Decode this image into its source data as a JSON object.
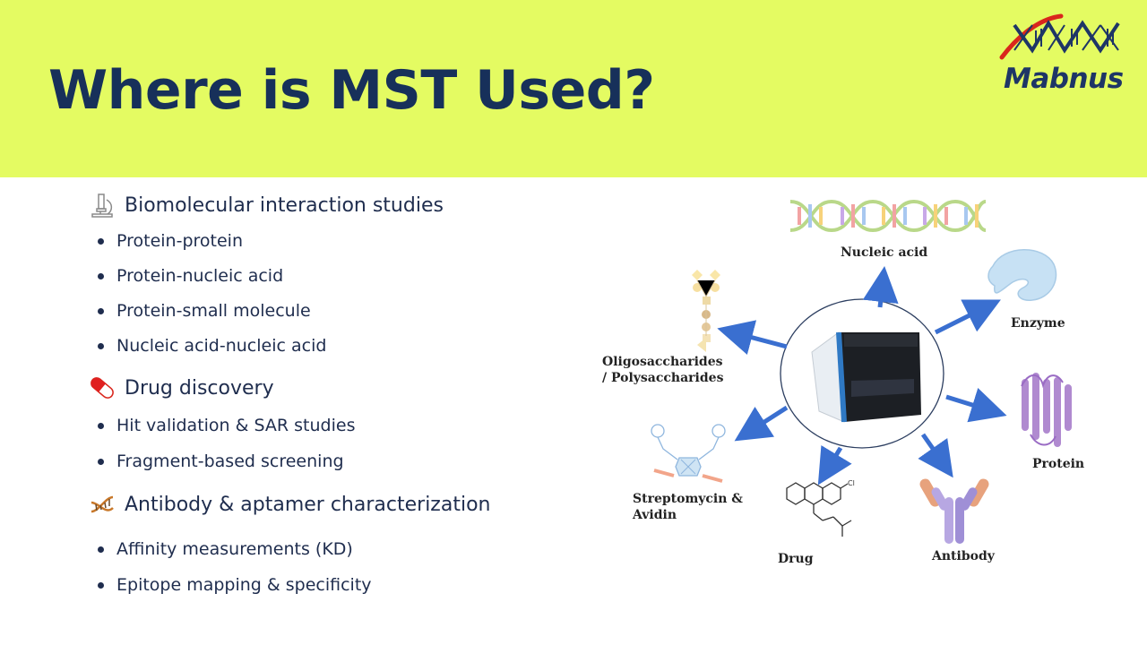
{
  "title": "Where is MST Used?",
  "logo": {
    "text": "Mabnus"
  },
  "sections": [
    {
      "label": "Biomolecular interaction studies",
      "icon": "microscope-icon",
      "items": [
        "Protein-protein",
        "Protein-nucleic acid",
        "Protein-small molecule",
        "Nucleic acid-nucleic acid"
      ]
    },
    {
      "label": "Drug discovery",
      "icon": "pill-icon",
      "items": [
        "Hit validation & SAR studies",
        "Fragment-based screening"
      ]
    },
    {
      "label": "Antibody & aptamer characterization",
      "icon": "dna-icon",
      "items": [
        "Affinity measurements (KD)",
        "Epitope mapping & specificity"
      ]
    }
  ],
  "diagram": {
    "center": "MST instrument",
    "labels": {
      "nucleic_acid": "Nucleic acid",
      "enzyme": "Enzyme",
      "protein": "Protein",
      "antibody": "Antibody",
      "drug": "Drug",
      "strep_line1": "Streptomycin &",
      "strep_line2": "Avidin",
      "oligo_line1": "Oligosaccharides",
      "oligo_line2": "/ Polysaccharides"
    }
  },
  "colors": {
    "header_bg": "#e4fb62",
    "title": "#17305a",
    "arrow": "#3a6fd0",
    "logo_red": "#d9261c"
  }
}
